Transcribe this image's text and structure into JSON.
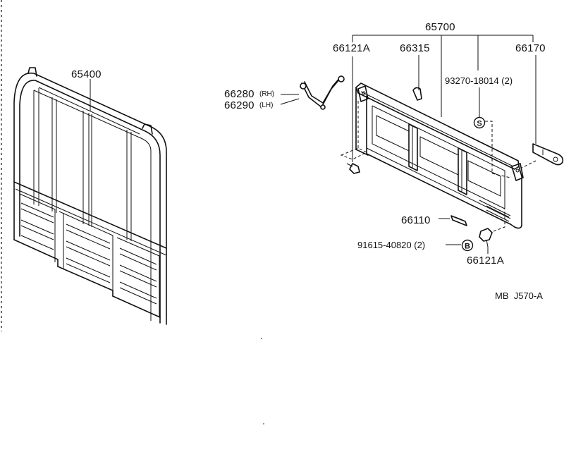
{
  "labels": {
    "rear_frame": "65400",
    "tailgate": "65700",
    "hinge_left": "66121A",
    "handle": "66315",
    "latch": "66170",
    "screw": "93270-18014 (2)",
    "chain_rh_num": "66280",
    "chain_rh_side": "(RH)",
    "chain_lh_num": "66290",
    "chain_lh_side": "(LH)",
    "pin": "66110",
    "bolt": "91615-40820 (2)",
    "hinge_right": "66121A",
    "ref_code": "MB  J570-A"
  },
  "markers": {
    "s": "S",
    "b": "B"
  }
}
